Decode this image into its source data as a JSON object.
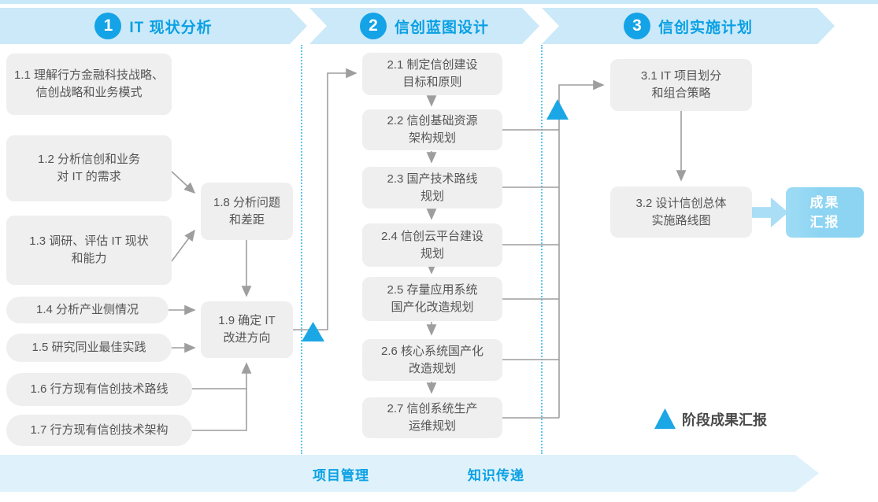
{
  "phases": [
    {
      "number": "1",
      "title": "IT 现状分析"
    },
    {
      "number": "2",
      "title": "信创蓝图设计"
    },
    {
      "number": "3",
      "title": "信创实施计划"
    }
  ],
  "tasks": {
    "t11": {
      "text": "1.1 理解行方金融科技战略、\n信创战略和业务模式"
    },
    "t12": {
      "text": "1.2 分析信创和业务\n对 IT 的需求"
    },
    "t13": {
      "text": "1.3 调研、评估 IT 现状\n和能力"
    },
    "t14": {
      "text": "1.4 分析产业侧情况"
    },
    "t15": {
      "text": "1.5 研究同业最佳实践"
    },
    "t16": {
      "text": "1.6 行方现有信创技术路线"
    },
    "t17": {
      "text": "1.7 行方现有信创技术架构"
    },
    "t18": {
      "text": "1.8 分析问题\n和差距"
    },
    "t19": {
      "text": "1.9 确定 IT\n改进方向"
    },
    "t21": {
      "text": "2.1 制定信创建设\n目标和原则"
    },
    "t22": {
      "text": "2.2 信创基础资源\n架构规划"
    },
    "t23": {
      "text": "2.3 国产技术路线\n规划"
    },
    "t24": {
      "text": "2.4 信创云平台建设\n规划"
    },
    "t25": {
      "text": "2.5 存量应用系统\n国产化改造规划"
    },
    "t26": {
      "text": "2.6 核心系统国产化\n改造规划"
    },
    "t27": {
      "text": "2.7 信创系统生产\n运维规划"
    },
    "t31": {
      "text": "3.1 IT 项目划分\n和组合策略"
    },
    "t32": {
      "text": "3.2 设计信创总体\n实施路线图"
    }
  },
  "result": {
    "text": "成果\n汇报"
  },
  "legend": {
    "label": "阶段成果汇报",
    "icon": "milestone-triangle-icon"
  },
  "bottom_banner": {
    "items": [
      "项目管理",
      "知识传递"
    ]
  },
  "colors": {
    "accent_blue": "#14a3e6",
    "banner_fill": "#cbe9f8",
    "bottom_banner_fill": "#dff2fb",
    "banner_text": "#0aa0e4",
    "box_fill": "#efefef",
    "box_text": "#555555",
    "connector_gray": "#9e9e9e",
    "result_fill": "#8dd4f2",
    "divider_dotted": "#5bc5f0"
  }
}
